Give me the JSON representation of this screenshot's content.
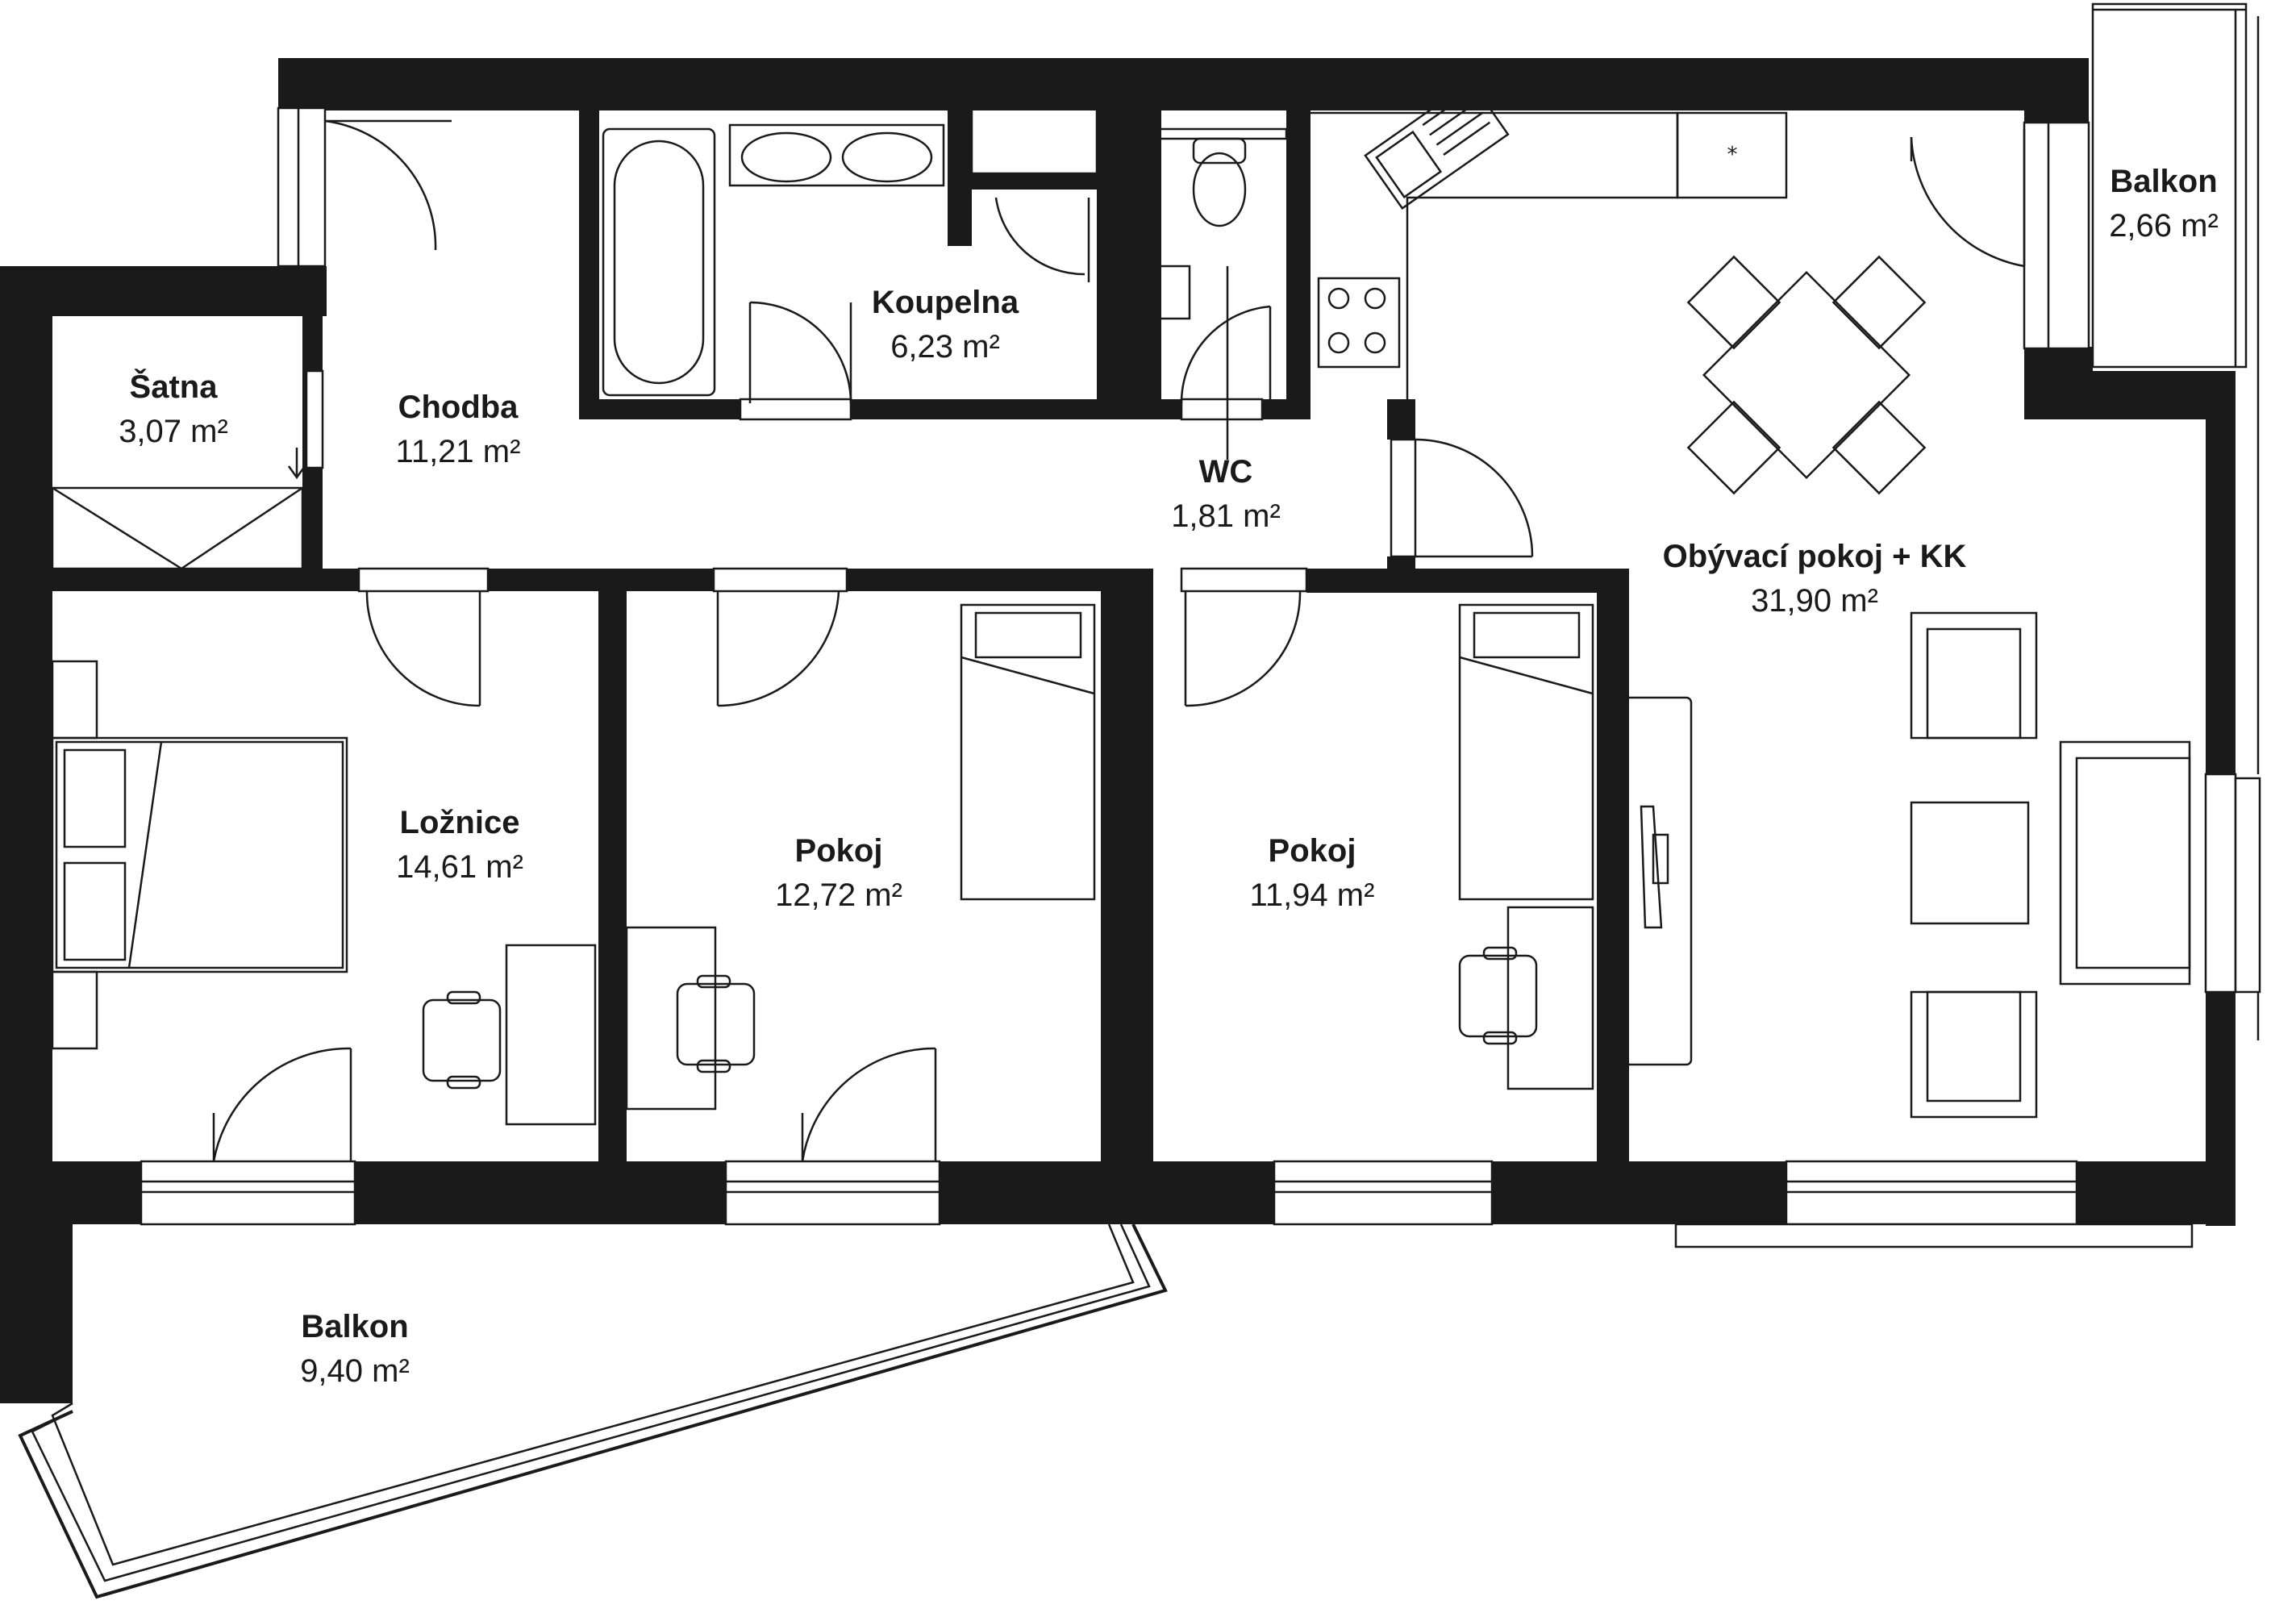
{
  "rooms": [
    {
      "name": "Šatna",
      "area": "3,07 m²"
    },
    {
      "name": "Chodba",
      "area": "11,21 m²"
    },
    {
      "name": "Koupelna",
      "area": "6,23 m²"
    },
    {
      "name": "WC",
      "area": "1,81 m²"
    },
    {
      "name": "Balkon",
      "area": "2,66 m²"
    },
    {
      "name": "Obývací pokoj + KK",
      "area": "31,90 m²"
    },
    {
      "name": "Ložnice",
      "area": "14,61 m²"
    },
    {
      "name": "Pokoj",
      "area": "12,72 m²"
    },
    {
      "name": "Pokoj",
      "area": "11,94 m²"
    },
    {
      "name": "Balkon",
      "area": "9,40 m²"
    }
  ],
  "colors": {
    "wall": "#1a1a1a",
    "background": "#ffffff"
  }
}
